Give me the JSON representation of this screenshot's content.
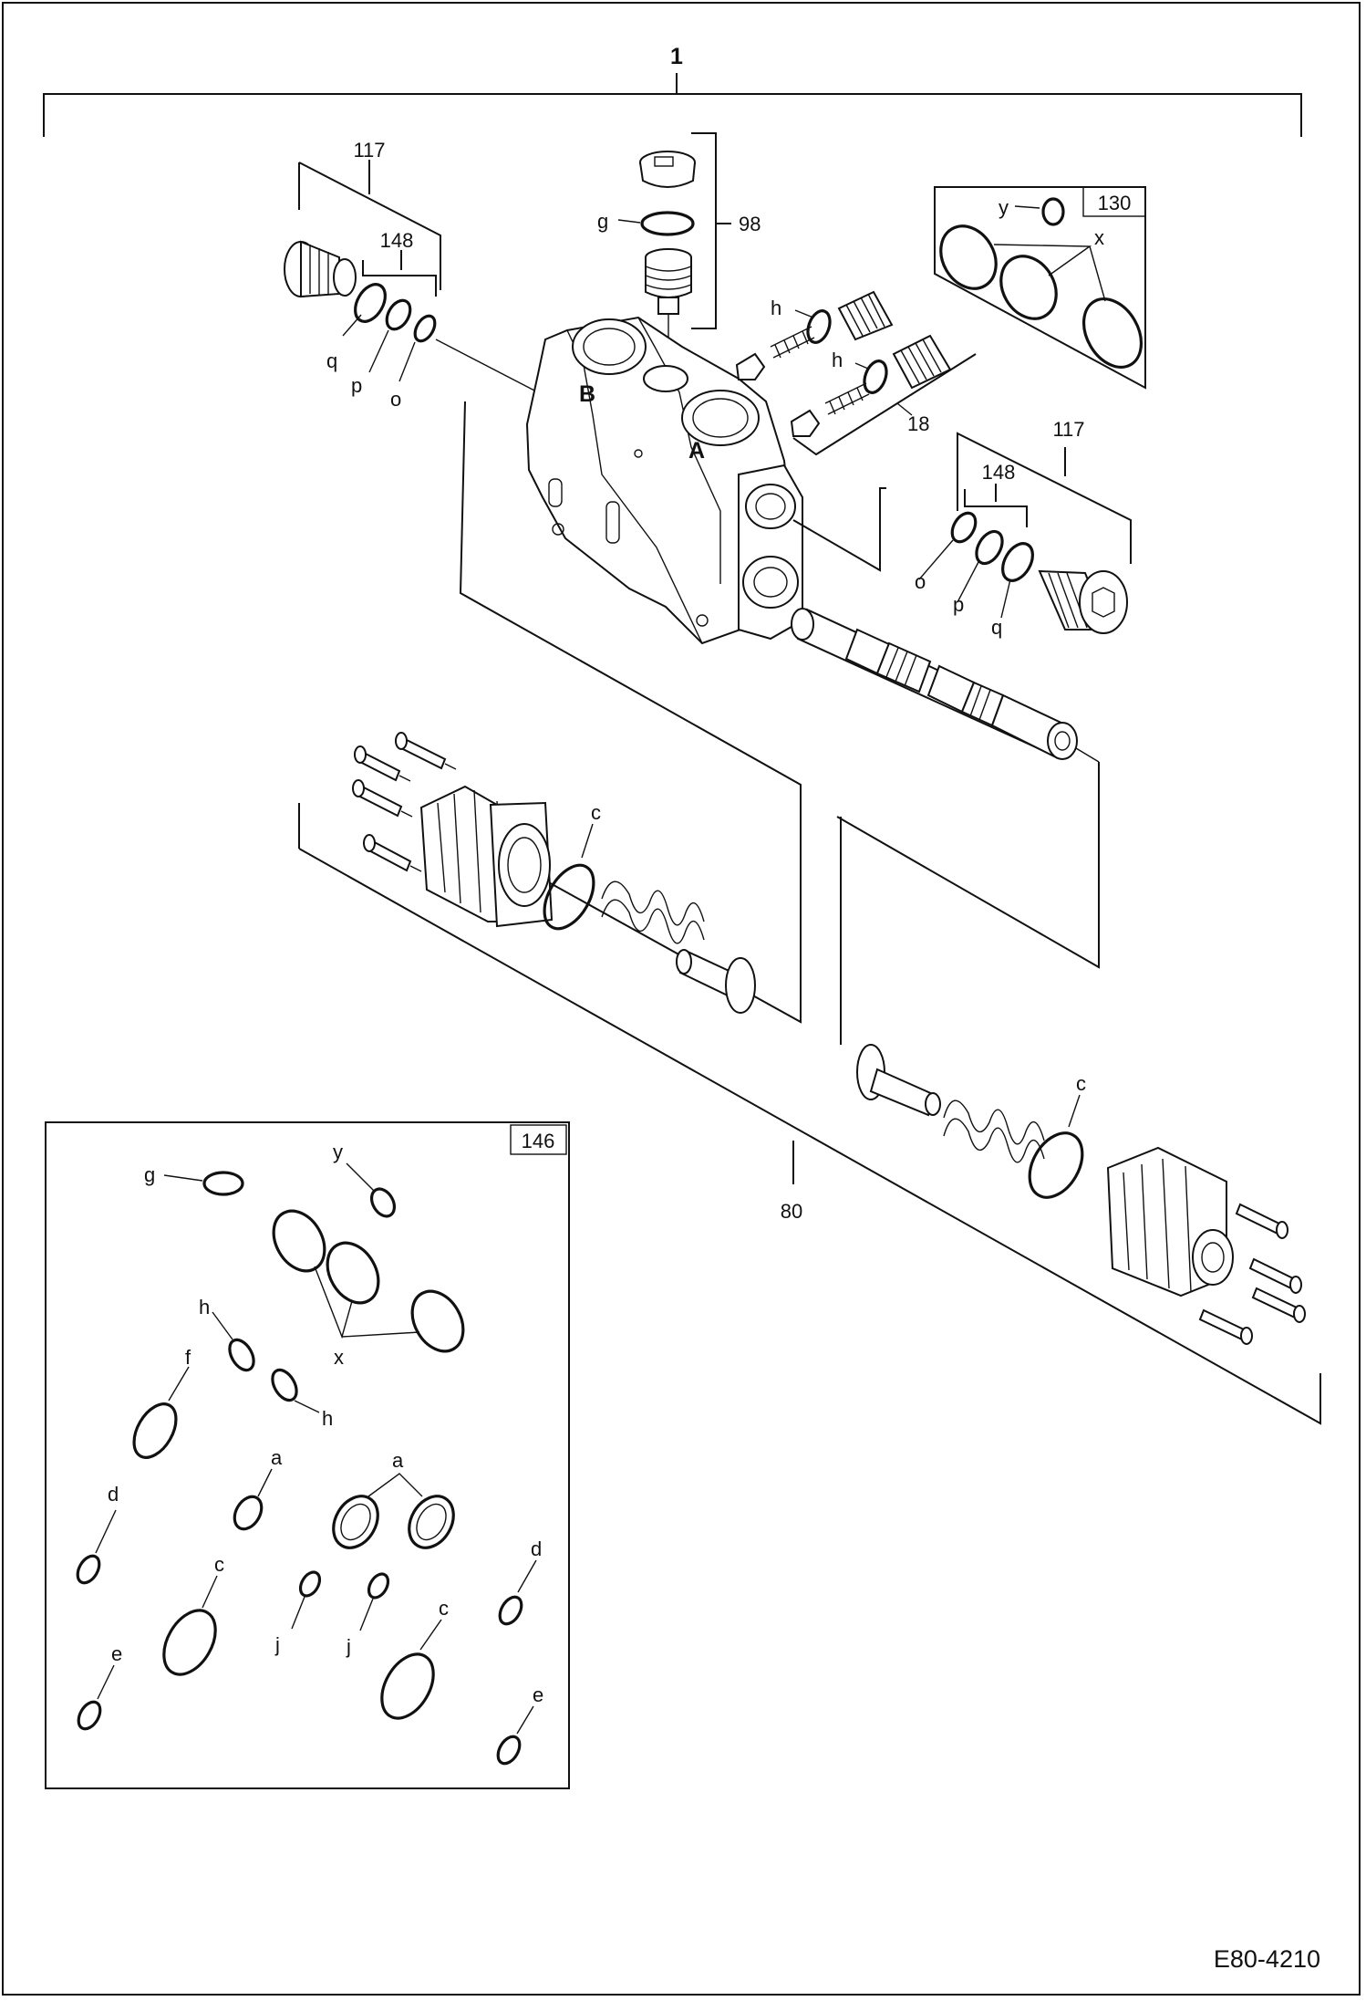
{
  "assembly": {
    "main_number": "1",
    "drawing_number": "E80-4210"
  },
  "callouts": {
    "relief_left_top": "117",
    "oring_set_left": "148",
    "relief_right": "117",
    "oring_set_right": "148",
    "plug_98": "98",
    "check_18": "18",
    "seal_kit_130": "130",
    "seal_kit_146": "146",
    "spool_cap_80": "80",
    "port_b": "B",
    "port_a": "A"
  },
  "letters": {
    "q": "q",
    "p": "p",
    "o": "o",
    "g": "g",
    "h": "h",
    "y": "y",
    "x": "x",
    "c": "c",
    "f": "f",
    "a": "a",
    "d": "d",
    "e": "e",
    "j": "j"
  }
}
